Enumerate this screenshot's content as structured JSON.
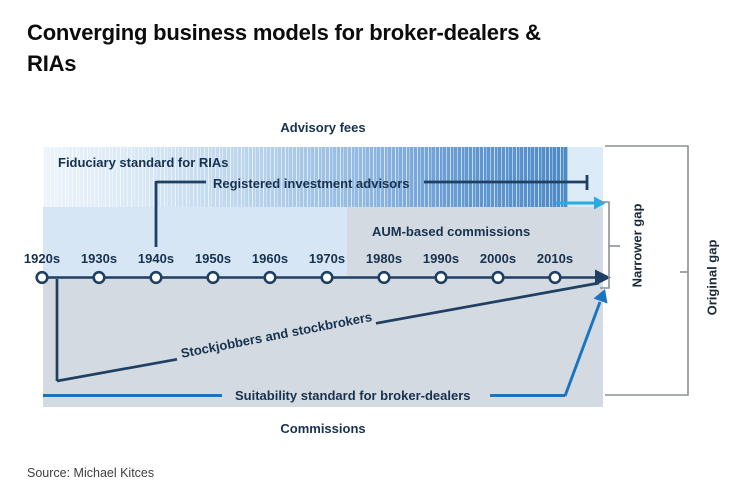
{
  "title": "Converging business models for broker-dealers & RIAs",
  "source": "Source: Michael Kitces",
  "labels": {
    "advisory_fees": "Advisory fees",
    "commissions": "Commissions",
    "fiduciary_standard": "Fiduciary standard for RIAs",
    "registered_investment_advisors": "Registered investment advisors",
    "aum_based_commissions": "AUM-based commissions",
    "stockjobbers": "Stockjobbers and stockbrokers",
    "suitability_standard": "Suitability standard for broker-dealers",
    "narrower_gap": "Narrower gap",
    "original_gap": "Original gap"
  },
  "timeline": {
    "decades": [
      "1920s",
      "1930s",
      "1940s",
      "1950s",
      "1960s",
      "1970s",
      "1980s",
      "1990s",
      "2000s",
      "2010s"
    ]
  },
  "colors": {
    "navy_line": "#1f4063",
    "blue_line": "#1b74c0",
    "cyan_arrow": "#29abe2",
    "band_dark_blue": "#4e8ac7",
    "pale_blue_column": "#dcebf8",
    "light_blue_zone": "#d7e6f5",
    "gray_zone": "#d4dae1",
    "bracket_gray": "#8c9096",
    "text_dark": "#17324f"
  }
}
